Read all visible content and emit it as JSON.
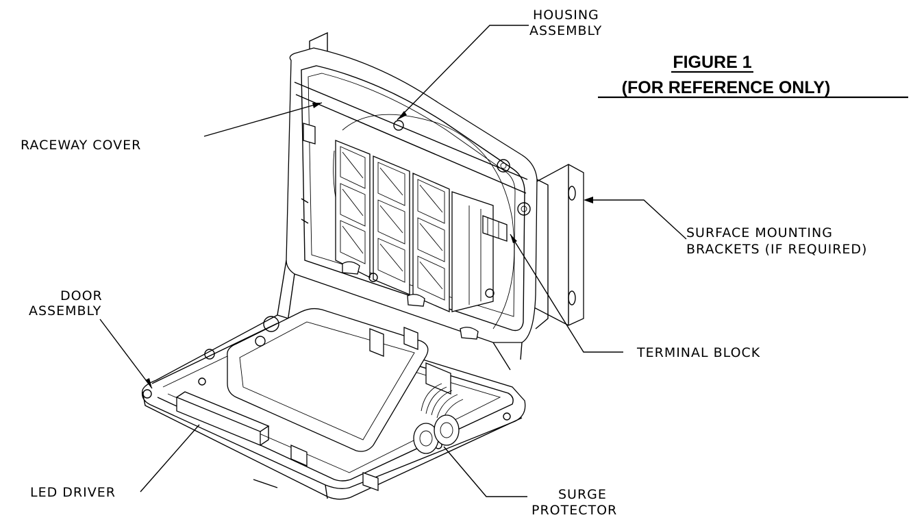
{
  "figure": {
    "title": "FIGURE 1",
    "subtitle": "(FOR REFERENCE ONLY)"
  },
  "callouts": {
    "housing": [
      "HOUSING",
      "ASSEMBLY"
    ],
    "raceway": [
      "RACEWAY COVER"
    ],
    "surface": [
      "SURFACE MOUNTING",
      "BRACKETS (IF REQUIRED)"
    ],
    "door": [
      "DOOR",
      "ASSEMBLY"
    ],
    "terminal": [
      "TERMINAL BLOCK"
    ],
    "led": [
      "LED DRIVER"
    ],
    "surge": [
      "SURGE",
      "PROTECTOR"
    ]
  },
  "icons": {
    "luminaire": "luminaire-assembly-drawing"
  }
}
